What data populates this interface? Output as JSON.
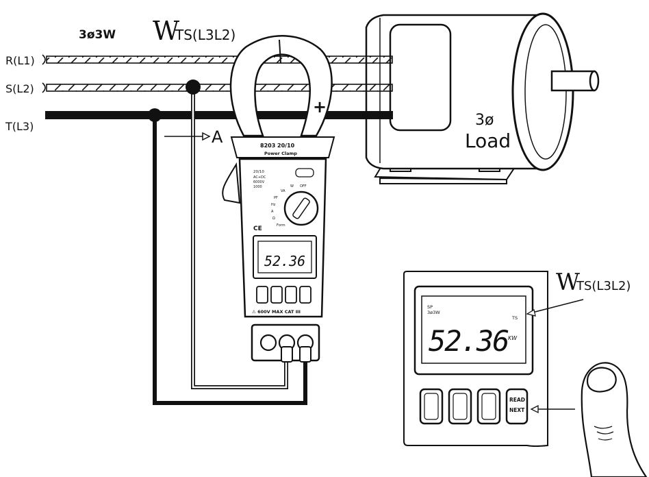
{
  "system_label": "3ø3W",
  "measurement_label": "WTS(L3L2)",
  "measurement_main": "W",
  "measurement_sub": "TS(L3L2)",
  "lines": [
    {
      "label": "R(L1)"
    },
    {
      "label": "S(L2)"
    },
    {
      "label": "T(L3)"
    }
  ],
  "current_arrow_label": "A",
  "clamp_polarity": "+",
  "meter": {
    "model": "8203 20/10",
    "subtitle": "Power Clamp",
    "reading": "52.36",
    "range_labels": [
      "20/10",
      "AC+DC",
      "6000V",
      "1000"
    ],
    "dial_labels": [
      "W",
      "VA",
      "PF",
      "Hz",
      "A",
      "Ω",
      "Form",
      "OFF"
    ],
    "ce_mark": "CE",
    "footer": "⚠ 600V MAX CAT III"
  },
  "load": {
    "phase": "3ø",
    "label": "Load"
  },
  "zoom": {
    "annotation_main": "W",
    "annotation_sub": "TS(L3L2)",
    "lcd_mode": "SP\n3ø3W",
    "lcd_indicator": "TS",
    "lcd_value": "52.36",
    "lcd_unit": "KW",
    "button_label_top": "READ",
    "button_label_bottom": "NEXT"
  }
}
